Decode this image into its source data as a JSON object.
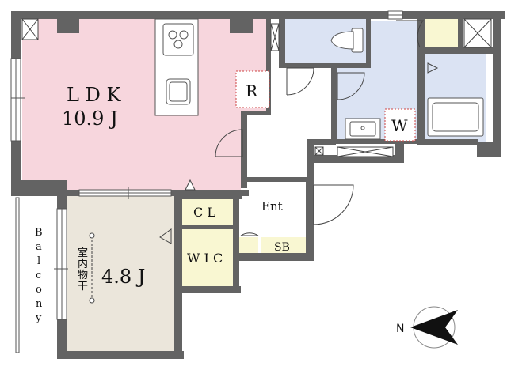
{
  "rooms": {
    "ldk_name": "L D K",
    "ldk_size": "10.9 J",
    "bedroom_size": "4.8 J",
    "closet": "C L",
    "walk_in_closet": "W I C",
    "entrance": "Ent",
    "shoe_box": "SB",
    "refrigerator": "R",
    "washer": "W",
    "balcony": [
      "B",
      "a",
      "l",
      "c",
      "o",
      "n",
      "y"
    ],
    "indoor_drying": [
      "室",
      "内",
      "物",
      "干"
    ]
  },
  "compass": {
    "label": "N"
  },
  "colors": {
    "ldk": "#f7d6dd",
    "bedroom": "#ebe6db",
    "wet_area": "#dbe3f3",
    "storage": "#f9f7d2",
    "wall": "#636363",
    "floor": "#ffffff"
  }
}
